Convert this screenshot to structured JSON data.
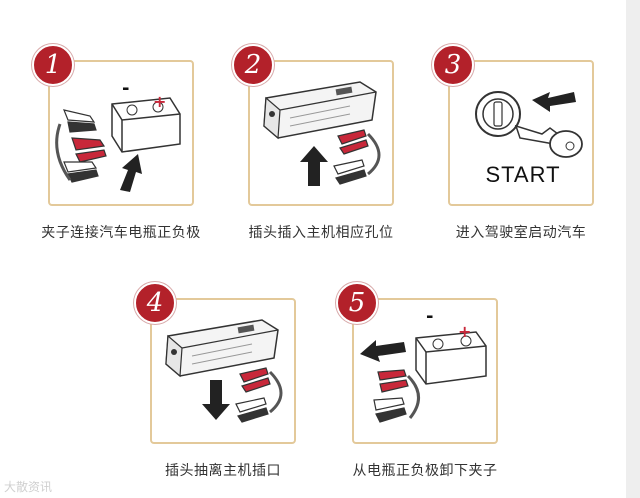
{
  "steps": [
    {
      "number": "1",
      "caption": "夹子连接汽车电瓶正负极"
    },
    {
      "number": "2",
      "caption": "插头插入主机相应孔位"
    },
    {
      "number": "3",
      "caption": "进入驾驶室启动汽车",
      "key_label": "START"
    },
    {
      "number": "4",
      "caption": "插头抽离主机插口"
    },
    {
      "number": "5",
      "caption": "从电瓶正负极卸下夹子"
    }
  ],
  "battery": {
    "minus": "-",
    "plus": "+"
  },
  "watermark": "大散资讯",
  "colors": {
    "accent": "#b3212a",
    "card_border": "#e3c99a",
    "clamp_red": "#c8283a"
  }
}
